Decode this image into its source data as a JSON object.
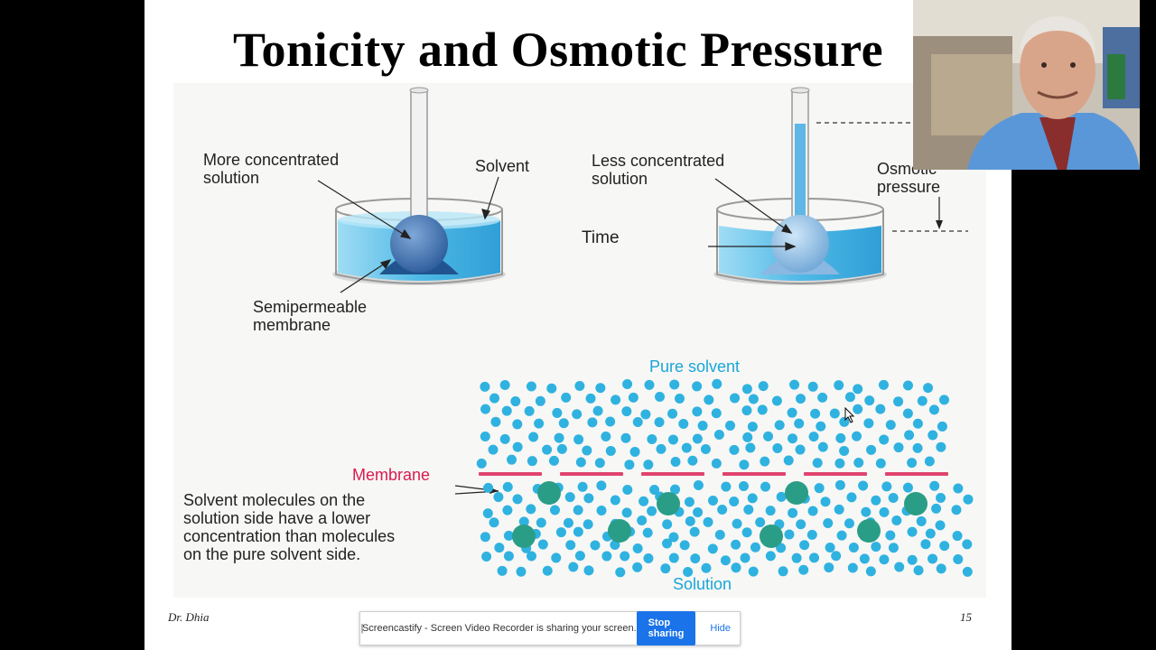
{
  "slide": {
    "title": "Tonicity and Osmotic Pressure",
    "author": "Dr. Dhia",
    "page_number": "15"
  },
  "figure": {
    "labels": {
      "more_concentrated": "More concentrated\nsolution",
      "solvent": "Solvent",
      "semipermeable": "Semipermeable\nmembrane",
      "time": "Time",
      "less_concentrated": "Less concentrated\nsolution",
      "osmotic_pressure": "Osmotic\npressure",
      "pure_solvent": "Pure solvent",
      "membrane": "Membrane",
      "solution": "Solution",
      "explanation": "Solvent molecules on the\nsolution side have a lower\nconcentration than molecules\non the pure solvent side."
    },
    "colors": {
      "solvent_molecule": "#2fb2e0",
      "solute_molecule": "#2a9d86",
      "membrane": "#e0446e",
      "liquid": "#62c3ea"
    }
  },
  "screen_share": {
    "message": "Screencastify - Screen Video Recorder is sharing your screen.",
    "stop_label": "Stop sharing",
    "hide_label": "Hide"
  },
  "webcam": {
    "icon": "presenter-video"
  }
}
